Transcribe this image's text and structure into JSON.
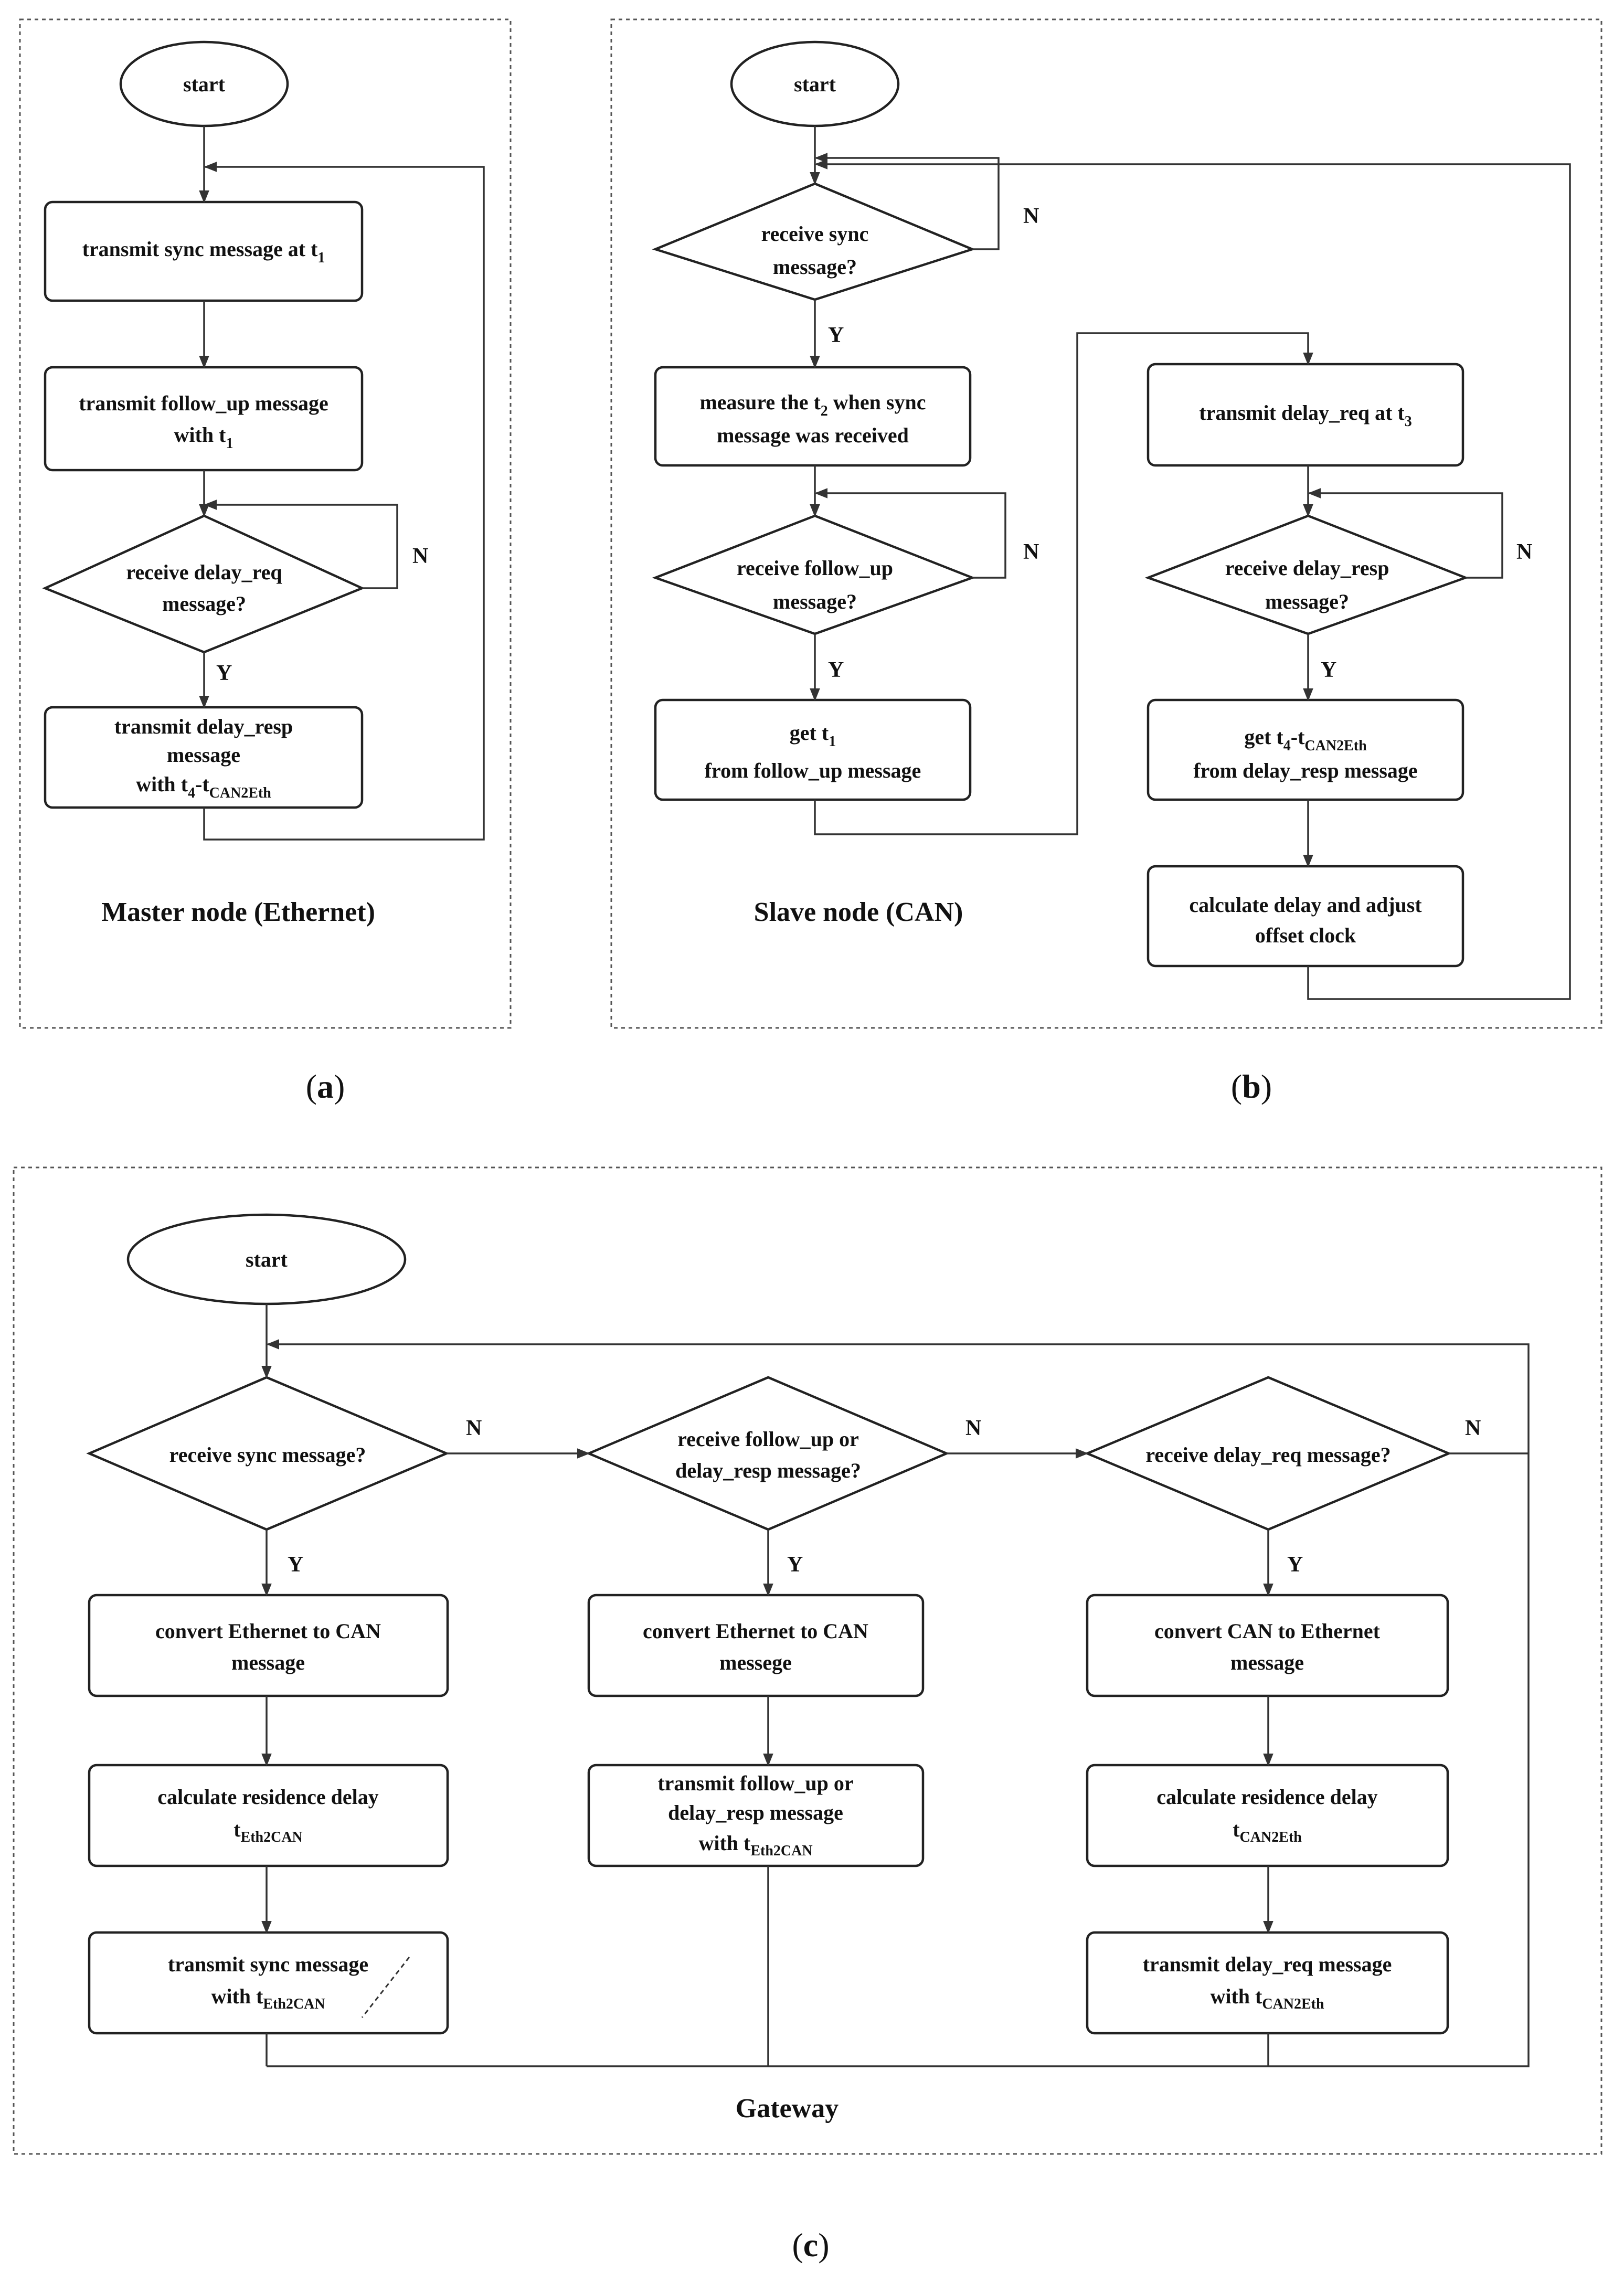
{
  "panels": {
    "a": {
      "caption_letter": "a",
      "title": "Master node (Ethernet)",
      "start": "start",
      "tx_sync": "transmit sync message at t",
      "tx_sync_sub": "1",
      "tx_follow_line1": "transmit follow_up message",
      "tx_follow_line2": "with t",
      "tx_follow_sub": "1",
      "rx_delay_req_line1": "receive delay_req",
      "rx_delay_req_line2": "message?",
      "tx_delay_resp_line1": "transmit delay_resp",
      "tx_delay_resp_line2": "message",
      "tx_delay_resp_line3": "with t",
      "tx_delay_resp_sub1": "4",
      "tx_delay_resp_mid": "-t",
      "tx_delay_resp_sub2": "CAN2Eth",
      "label_n": "N",
      "label_y": "Y"
    },
    "b": {
      "caption_letter": "b",
      "title": "Slave node (CAN)",
      "start": "start",
      "rx_sync_line1": "receive sync",
      "rx_sync_line2": "message?",
      "measure_line1_pre": "measure the t",
      "measure_sub": "2",
      "measure_line1_post": " when sync",
      "measure_line2": "message was received",
      "rx_follow_line1": "receive follow_up",
      "rx_follow_line2": "message?",
      "get_t1_line1": "get t",
      "get_t1_sub": "1",
      "get_t1_line2": "from follow_up message",
      "tx_delay_req": "transmit delay_req at t",
      "tx_delay_req_sub": "3",
      "rx_delay_resp_line1": "receive delay_resp",
      "rx_delay_resp_line2": "message?",
      "get_t4_pre": "get t",
      "get_t4_sub1": "4",
      "get_t4_mid": "-t",
      "get_t4_sub2": "CAN2Eth",
      "get_t4_line2": "from delay_resp message",
      "calc_line1": "calculate delay and adjust",
      "calc_line2": "offset clock",
      "label_n": "N",
      "label_y": "Y"
    },
    "c": {
      "caption_letter": "c",
      "title": "Gateway",
      "start": "start",
      "rx_sync": "receive sync message?",
      "rx_follow_line1": "receive follow_up or",
      "rx_follow_line2": "delay_resp message?",
      "rx_delay_req": "receive delay_req message?",
      "conv1_line1": "convert Ethernet to CAN",
      "conv1_line2": "message",
      "conv2_line1": "convert Ethernet to CAN",
      "conv2_line2": "messege",
      "conv3_line1": "convert CAN to Ethernet",
      "conv3_line2": "message",
      "calc1_line1": "calculate residence delay",
      "calc1_line2": "t",
      "calc1_sub": "Eth2CAN",
      "tx2_line1": "transmit follow_up or",
      "tx2_line2": "delay_resp message",
      "tx2_line3": "with t",
      "tx2_sub": "Eth2CAN",
      "calc3_line1": "calculate residence delay",
      "calc3_line2": "t",
      "calc3_sub": "CAN2Eth",
      "tx1_line1": "transmit sync message",
      "tx1_line2": "with t",
      "tx1_sub": "Eth2CAN",
      "tx3_line1": "transmit delay_req message",
      "tx3_line2": "with t",
      "tx3_sub": "CAN2Eth",
      "label_n": "N",
      "label_y": "Y"
    }
  }
}
